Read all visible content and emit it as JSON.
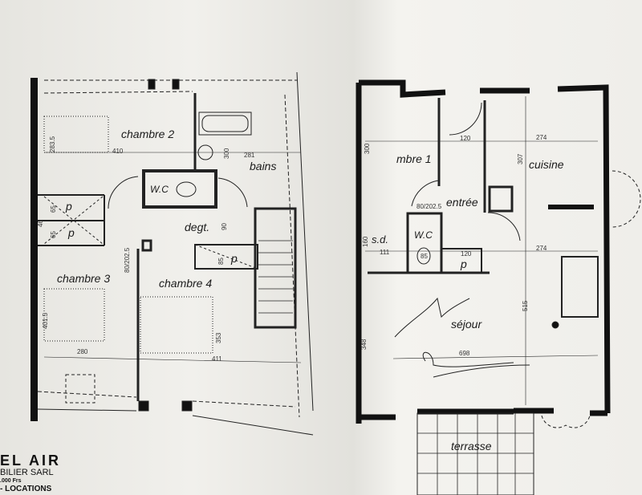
{
  "upper_floor": {
    "rooms": {
      "chambre_2": "chambre 2",
      "bains": "bains",
      "wc": "W.C",
      "degt": "degt.",
      "chambre_3": "chambre 3",
      "chambre_4": "chambre 4",
      "placard": "p"
    },
    "dimensions": {
      "d410": "410",
      "d283_5": "283.5",
      "d300": "300",
      "d281": "281",
      "d65a": "65",
      "d65b": "65",
      "d46": "46",
      "d90": "90",
      "door": "80/202.5",
      "d401_5": "401.5",
      "d280": "280",
      "d353": "353",
      "d411": "411",
      "d85": "85"
    }
  },
  "ground_floor": {
    "rooms": {
      "chambre_1": "mbre 1",
      "cuisine": "cuisine",
      "entree": "entrée",
      "sdb": "s.d.",
      "wc": "W.C",
      "placard": "p",
      "sejour": "séjour",
      "terrasse": "terrasse"
    },
    "dimensions": {
      "d300": "300",
      "d120a": "120",
      "d274a": "274",
      "d307": "307",
      "door": "80/202.5",
      "d160": "160",
      "d111": "111",
      "d85": "85",
      "d120b": "120",
      "d274b": "274",
      "d515": "515",
      "d348": "348",
      "d698": "698"
    }
  },
  "letterhead": {
    "line1": "EL AIR",
    "line2": "BILIER SARL",
    "line3": ".000 Frs",
    "line4": "- LOCATIONS"
  }
}
